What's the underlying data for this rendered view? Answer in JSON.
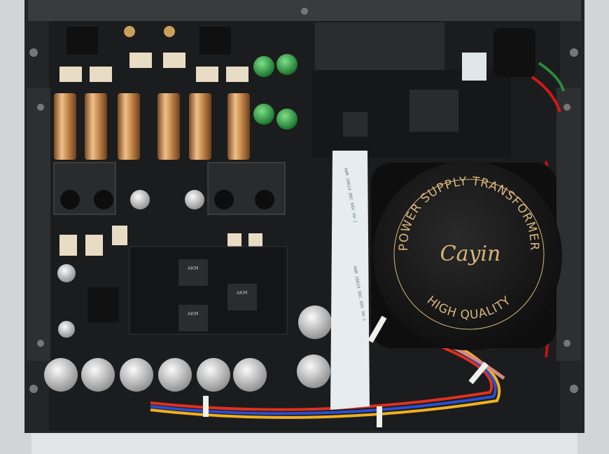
{
  "transformer": {
    "top_text": "POWER SUPPLY TRANSFORMER",
    "bottom_text": "HIGH QUALITY",
    "logo": "Cayin"
  },
  "ribbon_cable": {
    "print": "AWM 20624 80C 60V VW-1"
  },
  "chips": {
    "label": "AKM"
  },
  "colors": {
    "chassis": "#c9cbcd",
    "pcb": "#1b1c1e",
    "transformer": "#141414",
    "gold": "#d8b67a",
    "copper": "#c98c4e"
  }
}
